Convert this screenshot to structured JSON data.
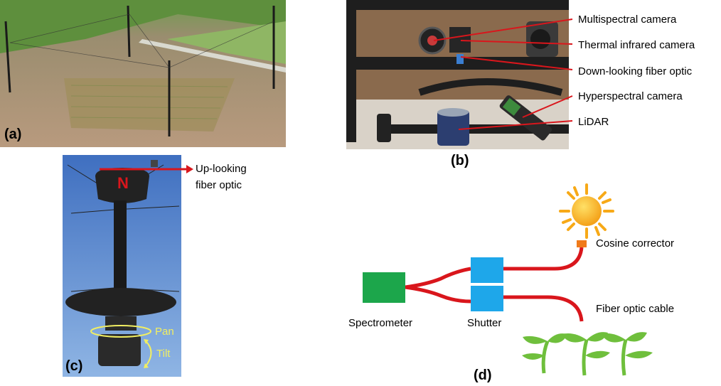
{
  "panels": {
    "a": {
      "label": "(a)"
    },
    "b": {
      "label": "(b)"
    },
    "c": {
      "label": "(c)"
    },
    "d": {
      "label": "(d)"
    }
  },
  "callouts_b": [
    "Multispectral camera",
    "Thermal infrared camera",
    "Down-looking fiber optic",
    "Hyperspectral camera",
    "LiDAR"
  ],
  "callout_c": {
    "line1": "Up-looking",
    "line2": "fiber optic"
  },
  "gimbal": {
    "pan": "Pan",
    "tilt": "Tilt"
  },
  "diagram_d": {
    "spectrometer": "Spectrometer",
    "shutter": "Shutter",
    "cosine_corrector": "Cosine corrector",
    "fiber_cable": "Fiber optic cable"
  },
  "colors": {
    "fiber": "#d9161c",
    "spectrometer": "#1ca64b",
    "shutter": "#1ea7ea",
    "cosine": "#f07a1a",
    "sun": "#f7a917",
    "plant": "#6fbf3c",
    "sky": "#4a78c8"
  }
}
